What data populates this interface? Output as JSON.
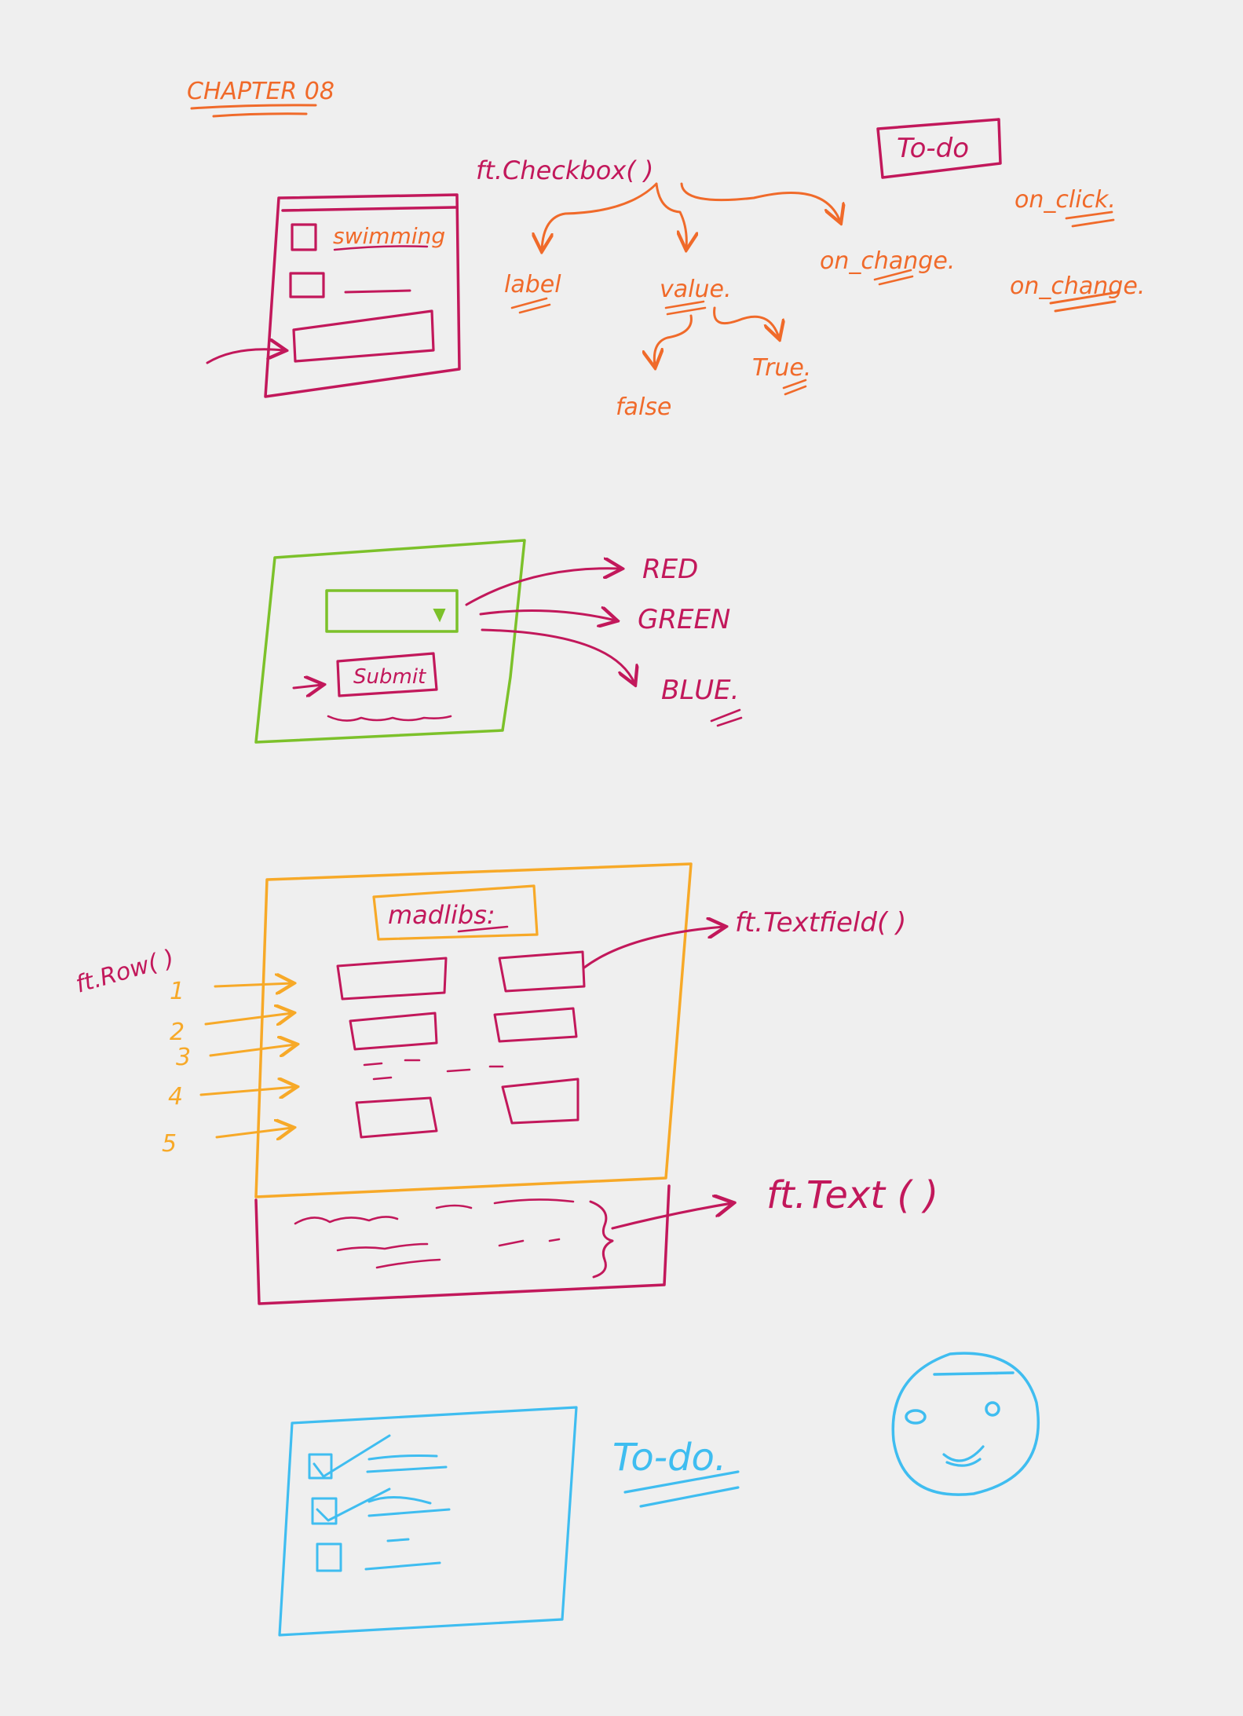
{
  "colors": {
    "magenta": "#c2185b",
    "orange": "#f06a2a",
    "green": "#7cc12a",
    "amber": "#f7a928",
    "sky": "#3fbdf0",
    "background": "#efefef"
  },
  "header": {
    "chapter": "CHAPTER 08"
  },
  "checkbox_section": {
    "title": "To-do",
    "method": "ft.Checkbox( )",
    "mock_label": "swimming",
    "props": {
      "label": "label",
      "value": "value.",
      "on_change": "on_change."
    },
    "value_options": {
      "false": "false",
      "true": "True."
    },
    "events": {
      "on_click": "on_click.",
      "on_change": "on_change."
    }
  },
  "dropdown_section": {
    "button_label": "Submit",
    "options": [
      "RED",
      "GREEN",
      "BLUE."
    ]
  },
  "madlibs_section": {
    "title": "madlibs:",
    "row_call": "ft.Row( )",
    "row_numbers": [
      "1",
      "2",
      "3",
      "4",
      "5"
    ],
    "textfield_call": "ft.Textfield( )",
    "text_call": "ft.Text ( )"
  },
  "todo_section": {
    "title": "To-do."
  }
}
